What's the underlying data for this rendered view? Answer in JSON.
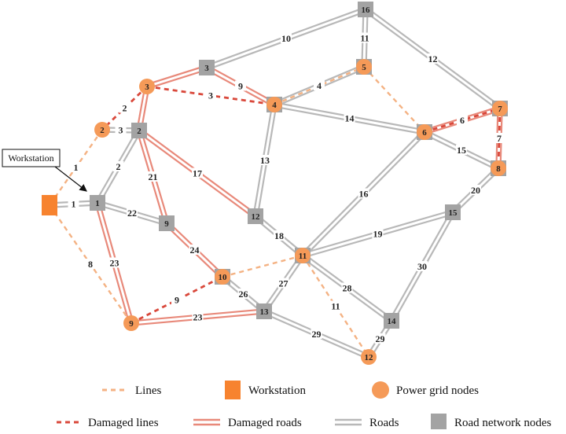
{
  "workstation_label": "Workstation",
  "colors": {
    "road": "#b8b8b8",
    "damaged_road": "#e8897a",
    "line": "#f4b283",
    "damaged_line": "#d9483b",
    "power_node": "#f59a58",
    "road_node": "#a3a3a3",
    "workstation": "#f7832f"
  },
  "road_nodes": [
    {
      "id": "rn1",
      "label": "1"
    },
    {
      "id": "rn2",
      "label": "2"
    },
    {
      "id": "rn3",
      "label": "3"
    },
    {
      "id": "rn4",
      "label": ""
    },
    {
      "id": "rn5",
      "label": ""
    },
    {
      "id": "rn6",
      "label": ""
    },
    {
      "id": "rn7",
      "label": ""
    },
    {
      "id": "rn8",
      "label": ""
    },
    {
      "id": "rn9",
      "label": "9"
    },
    {
      "id": "rn10",
      "label": ""
    },
    {
      "id": "rn11",
      "label": ""
    },
    {
      "id": "rn12",
      "label": "12"
    },
    {
      "id": "rn13",
      "label": "13"
    },
    {
      "id": "rn14",
      "label": "14"
    },
    {
      "id": "rn15",
      "label": "15"
    },
    {
      "id": "rn16",
      "label": "16"
    }
  ],
  "power_nodes": [
    {
      "id": "pg2",
      "label": "2"
    },
    {
      "id": "pg3",
      "label": "3"
    },
    {
      "id": "pg4",
      "label": "4"
    },
    {
      "id": "pg5",
      "label": "5"
    },
    {
      "id": "pg6",
      "label": "6"
    },
    {
      "id": "pg7",
      "label": "7"
    },
    {
      "id": "pg8",
      "label": "8"
    },
    {
      "id": "pg9",
      "label": "9"
    },
    {
      "id": "pg10",
      "label": "10"
    },
    {
      "id": "pg11",
      "label": "11"
    },
    {
      "id": "pg12",
      "label": "12"
    }
  ],
  "roads": [
    {
      "from": "ws",
      "to": "rn1",
      "label": "1",
      "damaged": false
    },
    {
      "from": "rn1",
      "to": "rn2",
      "label": "2",
      "damaged": false
    },
    {
      "from": "rn1",
      "to": "rn9",
      "label": "22",
      "damaged": false
    },
    {
      "from": "rn1",
      "to": "pg9",
      "label": "23",
      "damaged": true
    },
    {
      "from": "rn2",
      "to": "rn9",
      "label": "21",
      "damaged": true
    },
    {
      "from": "rn2",
      "to": "rn12",
      "label": "17",
      "damaged": true
    },
    {
      "from": "rn2",
      "to": "pg2",
      "label": "3",
      "damaged": false
    },
    {
      "from": "rn3",
      "to": "rn16",
      "label": "10",
      "damaged": false
    },
    {
      "from": "rn3",
      "to": "rn4",
      "label": "9",
      "damaged": true
    },
    {
      "from": "pg3",
      "to": "rn3",
      "label": "",
      "damaged": true
    },
    {
      "from": "pg3",
      "to": "rn2",
      "label": "",
      "damaged": true
    },
    {
      "from": "rn4",
      "to": "rn5",
      "label": "4",
      "damaged": false
    },
    {
      "from": "rn4",
      "to": "rn6",
      "label": "14",
      "damaged": false
    },
    {
      "from": "rn4",
      "to": "rn12",
      "label": "13",
      "damaged": false
    },
    {
      "from": "rn16",
      "to": "rn5",
      "label": "11",
      "damaged": false
    },
    {
      "from": "rn16",
      "to": "rn7",
      "label": "12",
      "damaged": false
    },
    {
      "from": "rn6",
      "to": "rn7",
      "label": "",
      "damaged": true
    },
    {
      "from": "rn6",
      "to": "rn8",
      "label": "15",
      "damaged": false
    },
    {
      "from": "rn7",
      "to": "rn8",
      "label": "",
      "damaged": true
    },
    {
      "from": "rn8",
      "to": "rn15",
      "label": "20",
      "damaged": false
    },
    {
      "from": "rn6",
      "to": "rn11",
      "label": "16",
      "damaged": false
    },
    {
      "from": "rn12",
      "to": "rn11",
      "label": "18",
      "damaged": false
    },
    {
      "from": "rn9",
      "to": "rn10",
      "label": "24",
      "damaged": true
    },
    {
      "from": "rn11",
      "to": "rn15",
      "label": "19",
      "damaged": false
    },
    {
      "from": "rn11",
      "to": "rn14",
      "label": "28",
      "damaged": false
    },
    {
      "from": "rn11",
      "to": "rn13",
      "label": "27",
      "damaged": false
    },
    {
      "from": "rn10",
      "to": "rn13",
      "label": "26",
      "damaged": false
    },
    {
      "from": "pg9",
      "to": "rn13",
      "label": "23",
      "damaged": true
    },
    {
      "from": "rn13",
      "to": "pg12",
      "label": "29",
      "damaged": false
    },
    {
      "from": "rn15",
      "to": "rn14",
      "label": "30",
      "damaged": false
    },
    {
      "from": "rn14",
      "to": "pg12",
      "label": "29",
      "damaged": false
    }
  ],
  "lines": [
    {
      "from": "pg2",
      "to": "ws",
      "label": "1",
      "damaged": false
    },
    {
      "from": "ws",
      "to": "pg9",
      "label": "8",
      "damaged": false
    },
    {
      "from": "pg3",
      "to": "pg2",
      "label": "2",
      "damaged": true
    },
    {
      "from": "pg3",
      "to": "pg4",
      "label": "3",
      "damaged": true
    },
    {
      "from": "pg4",
      "to": "pg5",
      "label": "4",
      "damaged": false
    },
    {
      "from": "pg5",
      "to": "pg6",
      "label": "",
      "damaged": false
    },
    {
      "from": "pg6",
      "to": "pg7",
      "label": "6",
      "damaged": true
    },
    {
      "from": "pg7",
      "to": "pg8",
      "label": "7",
      "damaged": true
    },
    {
      "from": "pg9",
      "to": "pg10",
      "label": "9",
      "damaged": true
    },
    {
      "from": "pg10",
      "to": "pg11",
      "label": "",
      "damaged": false
    },
    {
      "from": "pg11",
      "to": "pg12",
      "label": "11",
      "damaged": false
    }
  ],
  "legend": {
    "lines": "Lines",
    "workstation": "Workstation",
    "power_grid_nodes": "Power grid nodes",
    "damaged_lines": "Damaged lines",
    "damaged_roads": "Damaged roads",
    "roads": "Roads",
    "road_network_nodes": "Road network nodes"
  }
}
